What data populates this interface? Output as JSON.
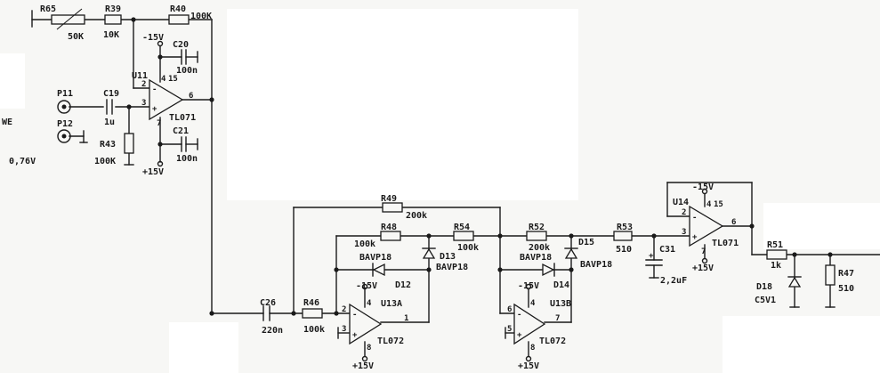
{
  "labels": {
    "r65": "R65",
    "r65v": "50K",
    "r39": "R39",
    "r39v": "10K",
    "r40": "R40",
    "r40v": "100K",
    "m15a": "-15V",
    "c20": "C20",
    "c20v": "100n",
    "u11": "U11",
    "u11p4": "4",
    "u11p15": "15",
    "u11p2": "2",
    "u11p3": "3",
    "u11p6": "6",
    "u11p7": "7",
    "u11t": "TL071",
    "p11": "P11",
    "p12": "P12",
    "we": "WE",
    "lvl": "0,76V",
    "c19": "C19",
    "c19v": "1u",
    "r43": "R43",
    "r43v": "100K",
    "c21": "C21",
    "c21v": "100n",
    "p15a": "+15V",
    "r49": "R49",
    "r49v": "200k",
    "r48": "R48",
    "r48v": "100k",
    "r54": "R54",
    "r54v": "100k",
    "d13": "D13",
    "d13v": "BAVP18",
    "d12t": "BAVP18",
    "d12": "D12",
    "c26": "C26",
    "c26v": "220n",
    "r46": "R46",
    "r46v": "100k",
    "u13a_m": "-15V",
    "u13a_p4": "4",
    "u13a": "U13A",
    "u13a_p2": "2",
    "u13a_p3": "3",
    "u13a_p1": "1",
    "u13a_p8": "8",
    "u13a_t": "TL072",
    "u13a_p": "+15V",
    "r52": "R52",
    "r52v": "200k",
    "d15": "D15",
    "d15v": "BAVP18",
    "d14t": "BAVP18",
    "d14": "D14",
    "r53": "R53",
    "r53v": "510",
    "c31": "C31",
    "c31v": "2,2uF",
    "u13b_m": "-15V",
    "u13b_p4": "4",
    "u13b": "U13B",
    "u13b_p6": "6",
    "u13b_p5": "5",
    "u13b_p7": "7",
    "u13b_p8": "8",
    "u13b_t": "TL072",
    "u13b_p": "+15V",
    "u14_m": "-15V",
    "u14": "U14",
    "u14_p4": "4",
    "u14_p15": "15",
    "u14_p2": "2",
    "u14_p3": "3",
    "u14_p6": "6",
    "u14_p7": "7",
    "u14_t": "TL071",
    "u14_p": "+15V",
    "r51": "R51",
    "r51v": "1k",
    "r47": "R47",
    "r47v": "510",
    "d18": "D18",
    "d18v": "C5V1"
  }
}
